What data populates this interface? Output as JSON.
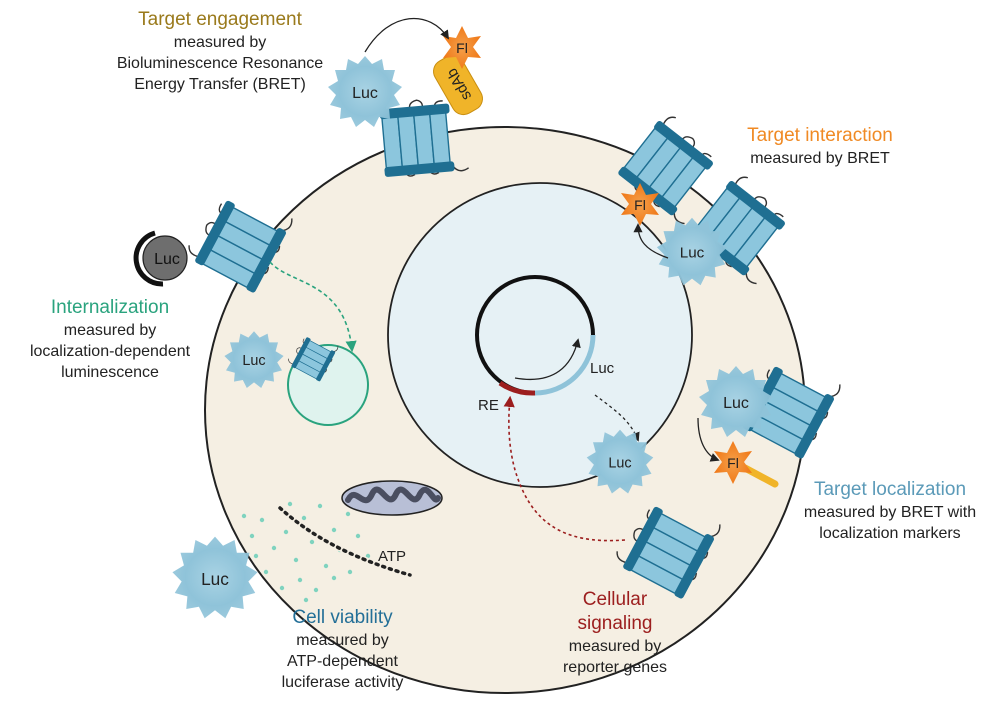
{
  "colors": {
    "engagement": "#9a7a1c",
    "interaction": "#f08a24",
    "internalization": "#2aa37e",
    "localization": "#5b9ab8",
    "viability": "#236f97",
    "signaling": "#9c1e1e",
    "receptor_dark": "#1f6f92",
    "receptor_light": "#8cc6dd",
    "cell_fill": "#f5efe3",
    "nucleus_fill": "#e6f1f5",
    "luc_glow": "#8fc3d9",
    "fluor": "#f07a1a"
  },
  "labels": {
    "engagement": {
      "title": "Target engagement",
      "line1": "measured by",
      "line2": "Bioluminescence Resonance",
      "line3": "Energy Transfer (BRET)"
    },
    "interaction": {
      "title": "Target interaction",
      "line1": "measured by BRET"
    },
    "internalization": {
      "title": "Internalization",
      "line1": "measured by",
      "line2": "localization-dependent",
      "line3": "luminescence"
    },
    "localization": {
      "title": "Target localization",
      "line1": "measured by BRET with",
      "line2": "localization markers"
    },
    "viability": {
      "title": "Cell viability",
      "line1": "measured by",
      "line2": "ATP-dependent",
      "line3": "luciferase activity"
    },
    "signaling": {
      "title1": "Cellular",
      "title2": "signaling",
      "line1": "measured by",
      "line2": "reporter genes"
    }
  },
  "tags": {
    "luc": "Luc",
    "fl": "Fl",
    "sdab": "sdAb",
    "atp": "ATP",
    "re": "RE"
  }
}
